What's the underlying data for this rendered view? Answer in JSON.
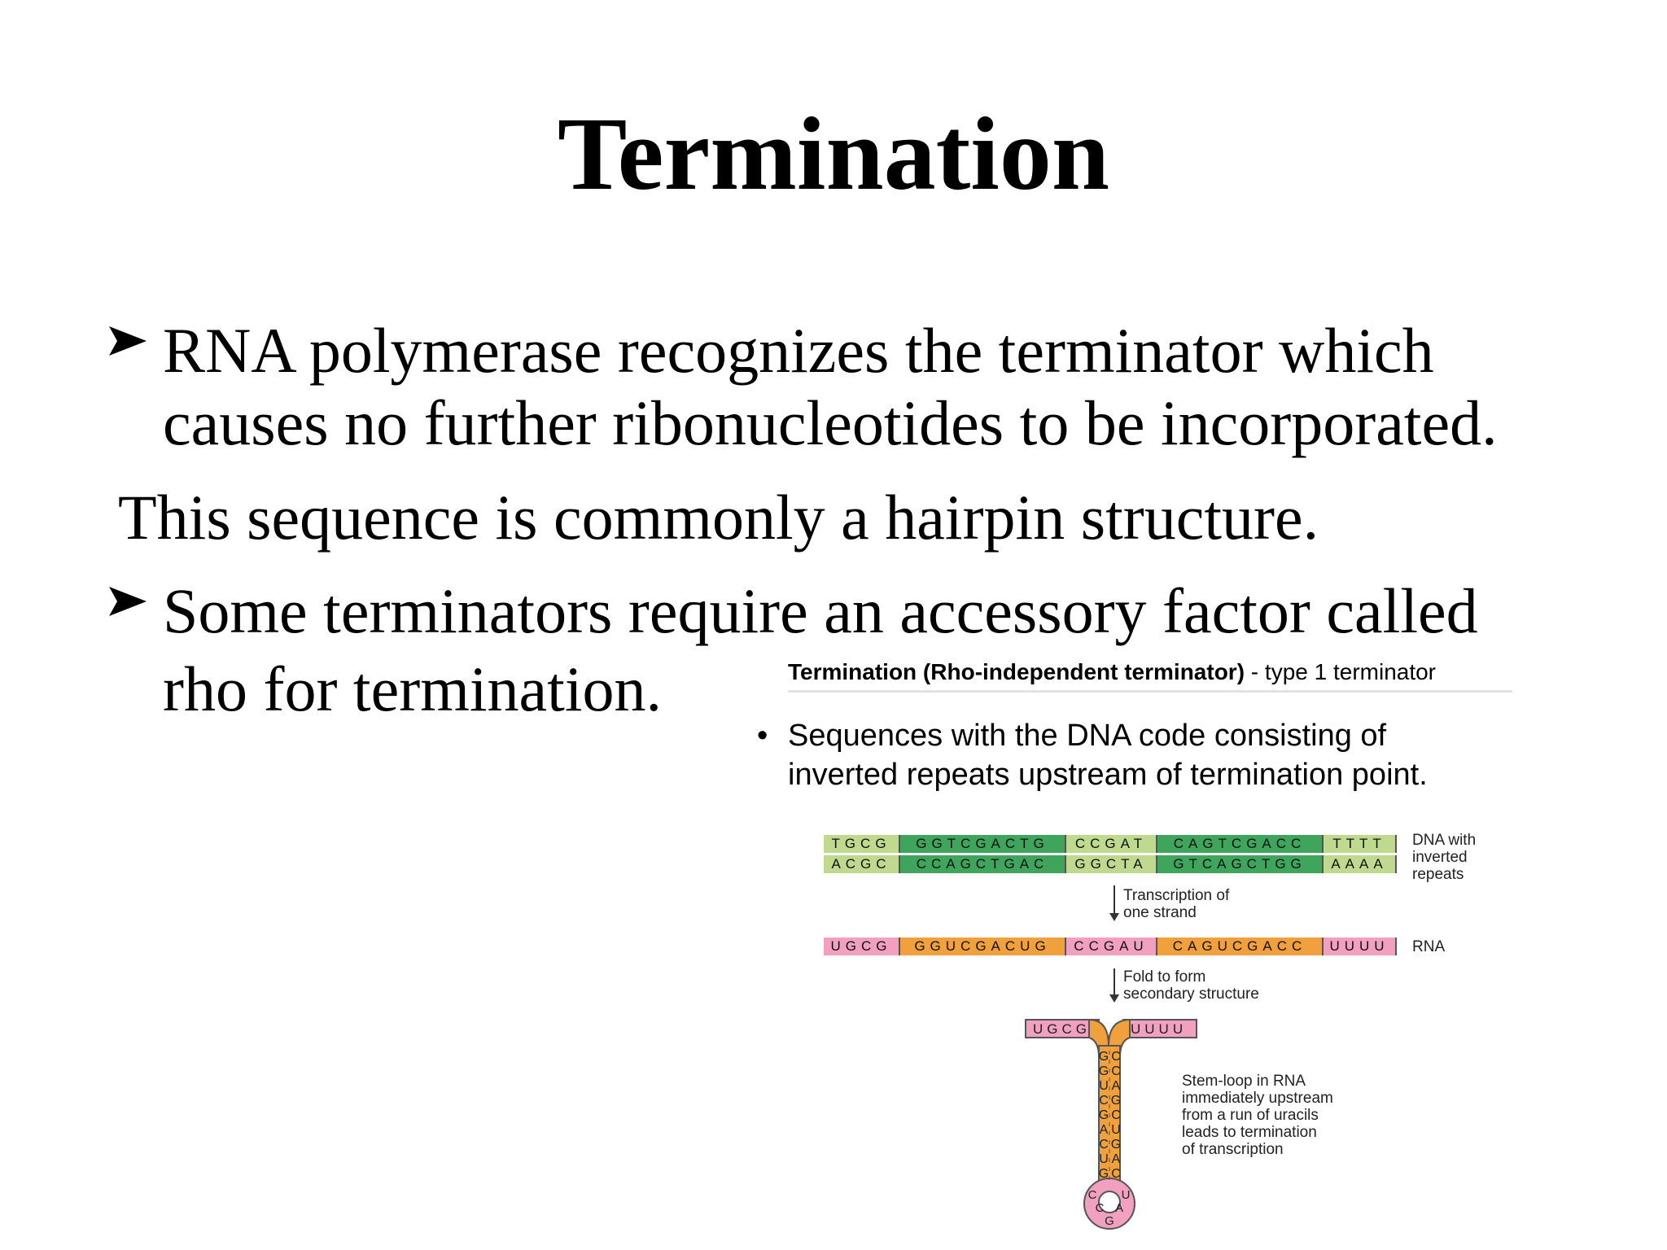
{
  "slide": {
    "title": "Termination",
    "bullet1_line1": "RNA polymerase recognizes the terminator which",
    "bullet1_line2": "causes no further ribonucleotides to be incorporated.",
    "plain_line": "This sequence is commonly a hairpin structure.",
    "bullet2_line1": "Some terminators require an accessory factor called",
    "bullet2_line2": "rho for termination."
  },
  "figure": {
    "title_bold": "Termination (Rho-independent terminator)",
    "title_rest": " - type 1 terminator",
    "bullet_line1": "Sequences with the DNA code consisting of",
    "bullet_line2": "inverted repeats upstream of termination point.",
    "dna_top": [
      "TGCG",
      "GGTCGACTG",
      "CCGAT",
      "CAGTCGACC",
      "TTTT"
    ],
    "dna_bottom": [
      "ACGC",
      "CCAGCTGAC",
      "GGCTA",
      "GTCAGCTGG",
      "AAAA"
    ],
    "dna_label_1": "DNA with",
    "dna_label_2": "inverted",
    "dna_label_3": "repeats",
    "step1_line1": "Transcription of",
    "step1_line2": "one strand",
    "rna": [
      "UGCG",
      "GGUCGACUG",
      "CCGAU",
      "CAGUCGACC",
      "UUUU"
    ],
    "rna_label": "RNA",
    "step2_line1": "Fold to form",
    "step2_line2": "secondary structure",
    "hairpin_left_tail": "UGCG",
    "hairpin_right_tail": "UUUU",
    "stem_left": [
      "G",
      "G",
      "U",
      "C",
      "G",
      "A",
      "C",
      "U",
      "G"
    ],
    "stem_right": [
      "C",
      "C",
      "A",
      "G",
      "C",
      "U",
      "G",
      "A",
      "C"
    ],
    "loop": [
      "C",
      "C",
      "G",
      "A",
      "U"
    ],
    "note_1": "Stem-loop in RNA",
    "note_2": "immediately upstream",
    "note_3": "from a run of uracils",
    "note_4": "leads to termination",
    "note_5": "of transcription"
  }
}
